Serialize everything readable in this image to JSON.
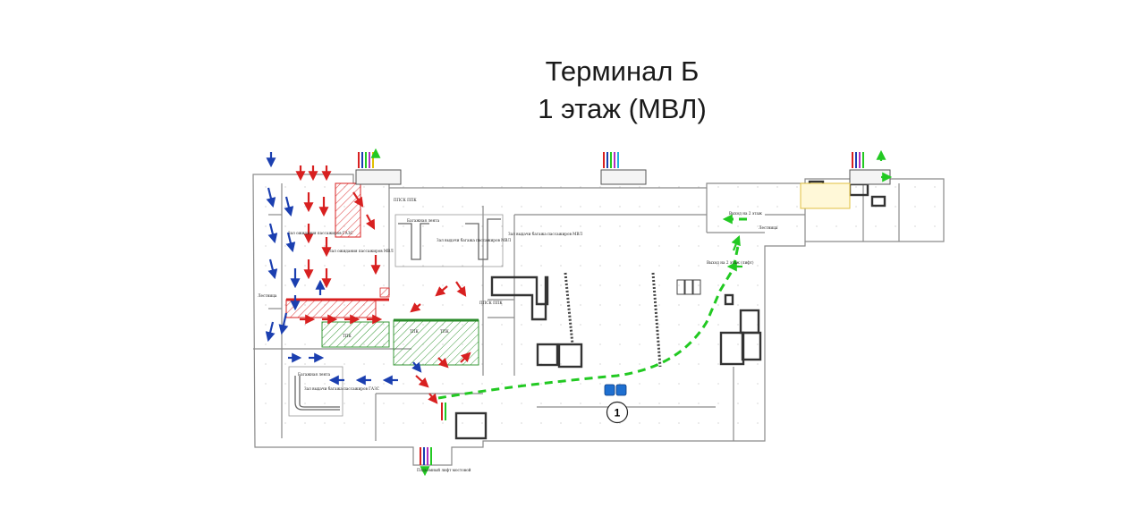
{
  "header": {
    "title_line1": "Терминал Б",
    "title_line2": "1 этаж (МВЛ)"
  },
  "legend_marker": {
    "number": "1"
  },
  "plan_labels": {
    "hall_left_top": "Зал ожидания пассажиров ГАЗС",
    "hall_mvl": "Зал ожидания пассажиров МВЛ",
    "baggage_1": "Багажная лента",
    "baggage_1_sub": "Зал выдачи багажа пассажиров МВЛ",
    "baggage_2": "Багажная лента",
    "baggage_2_sub": "Зал выдачи багажа пассажиров ГАЗС",
    "baggage_3": "Зал выдачи багажа пассажиров МВЛ",
    "ppk_1": "ППСК ППК",
    "ppk_2": "ППСК ППК",
    "exit_1": "Выход на 2 этаж",
    "exit_2": "Выход на 2 этаж (лифт)",
    "stairs": "Лестница",
    "stairs_2": "Лестница",
    "bottom_exit": "Подъёмный лифт мостовой",
    "zone_tk": "ТПК",
    "zone_tk2": "ТПК",
    "zone_tk3": "ТПК"
  },
  "colors": {
    "arrow_red": "#d82020",
    "arrow_blue": "#1b3fb0",
    "arrow_green": "#22c922",
    "wall": "#8a8a8a",
    "marker_blue": "#1e6fd0"
  }
}
